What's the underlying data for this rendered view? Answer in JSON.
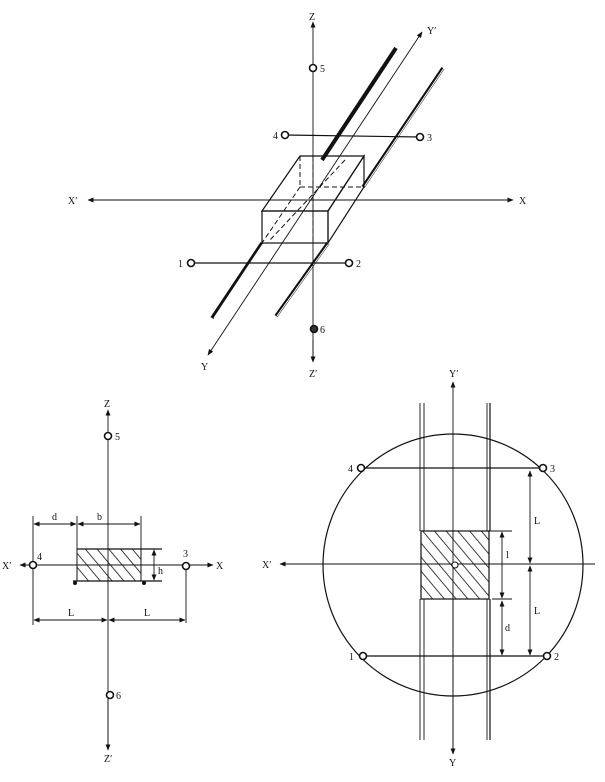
{
  "top_view": {
    "axes": {
      "z": "Z",
      "z_neg": "Z′",
      "x": "X",
      "x_neg": "X′",
      "y": "Y",
      "y_neg": "Y′"
    },
    "points": [
      "1",
      "2",
      "3",
      "4",
      "5",
      "6"
    ]
  },
  "front_view": {
    "axes": {
      "z": "Z",
      "z_neg": "Z′",
      "x": "X",
      "x_neg": "X′"
    },
    "points": {
      "p3": "3",
      "p4": "4",
      "p5": "5",
      "p6": "6"
    },
    "dims": {
      "d": "d",
      "b": "b",
      "h": "h",
      "L_left": "L",
      "L_right": "L"
    }
  },
  "plan_view": {
    "axes": {
      "y": "Y",
      "y_neg": "Y′",
      "x_neg": "X′"
    },
    "points": {
      "p1": "1",
      "p2": "2",
      "p3": "3",
      "p4": "4"
    },
    "dims": {
      "L_top": "L",
      "l": "l",
      "L_bottom": "L",
      "d": "d"
    }
  }
}
